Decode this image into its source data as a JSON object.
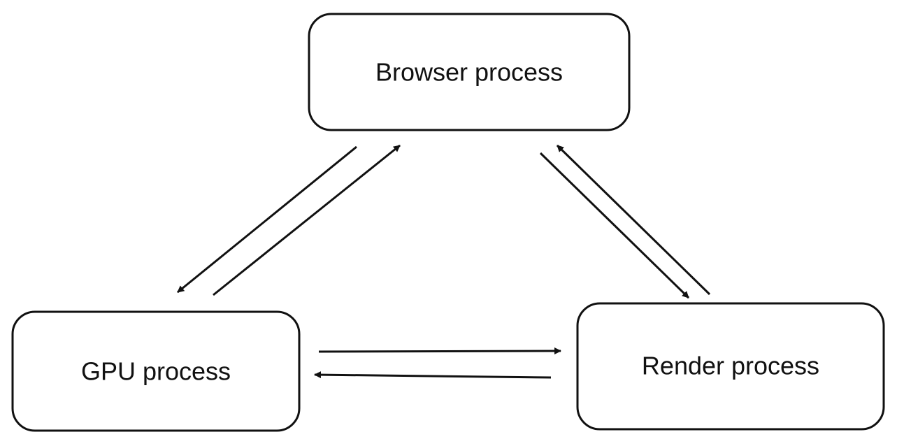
{
  "nodes": {
    "browser": {
      "label": "Browser process"
    },
    "gpu": {
      "label": "GPU process"
    },
    "render": {
      "label": "Render process"
    }
  },
  "edges": [
    {
      "from": "browser",
      "to": "gpu"
    },
    {
      "from": "gpu",
      "to": "browser"
    },
    {
      "from": "render",
      "to": "browser"
    },
    {
      "from": "browser",
      "to": "render"
    },
    {
      "from": "gpu",
      "to": "render"
    },
    {
      "from": "render",
      "to": "gpu"
    }
  ],
  "colors": {
    "stroke": "#111111",
    "background": "#ffffff"
  }
}
